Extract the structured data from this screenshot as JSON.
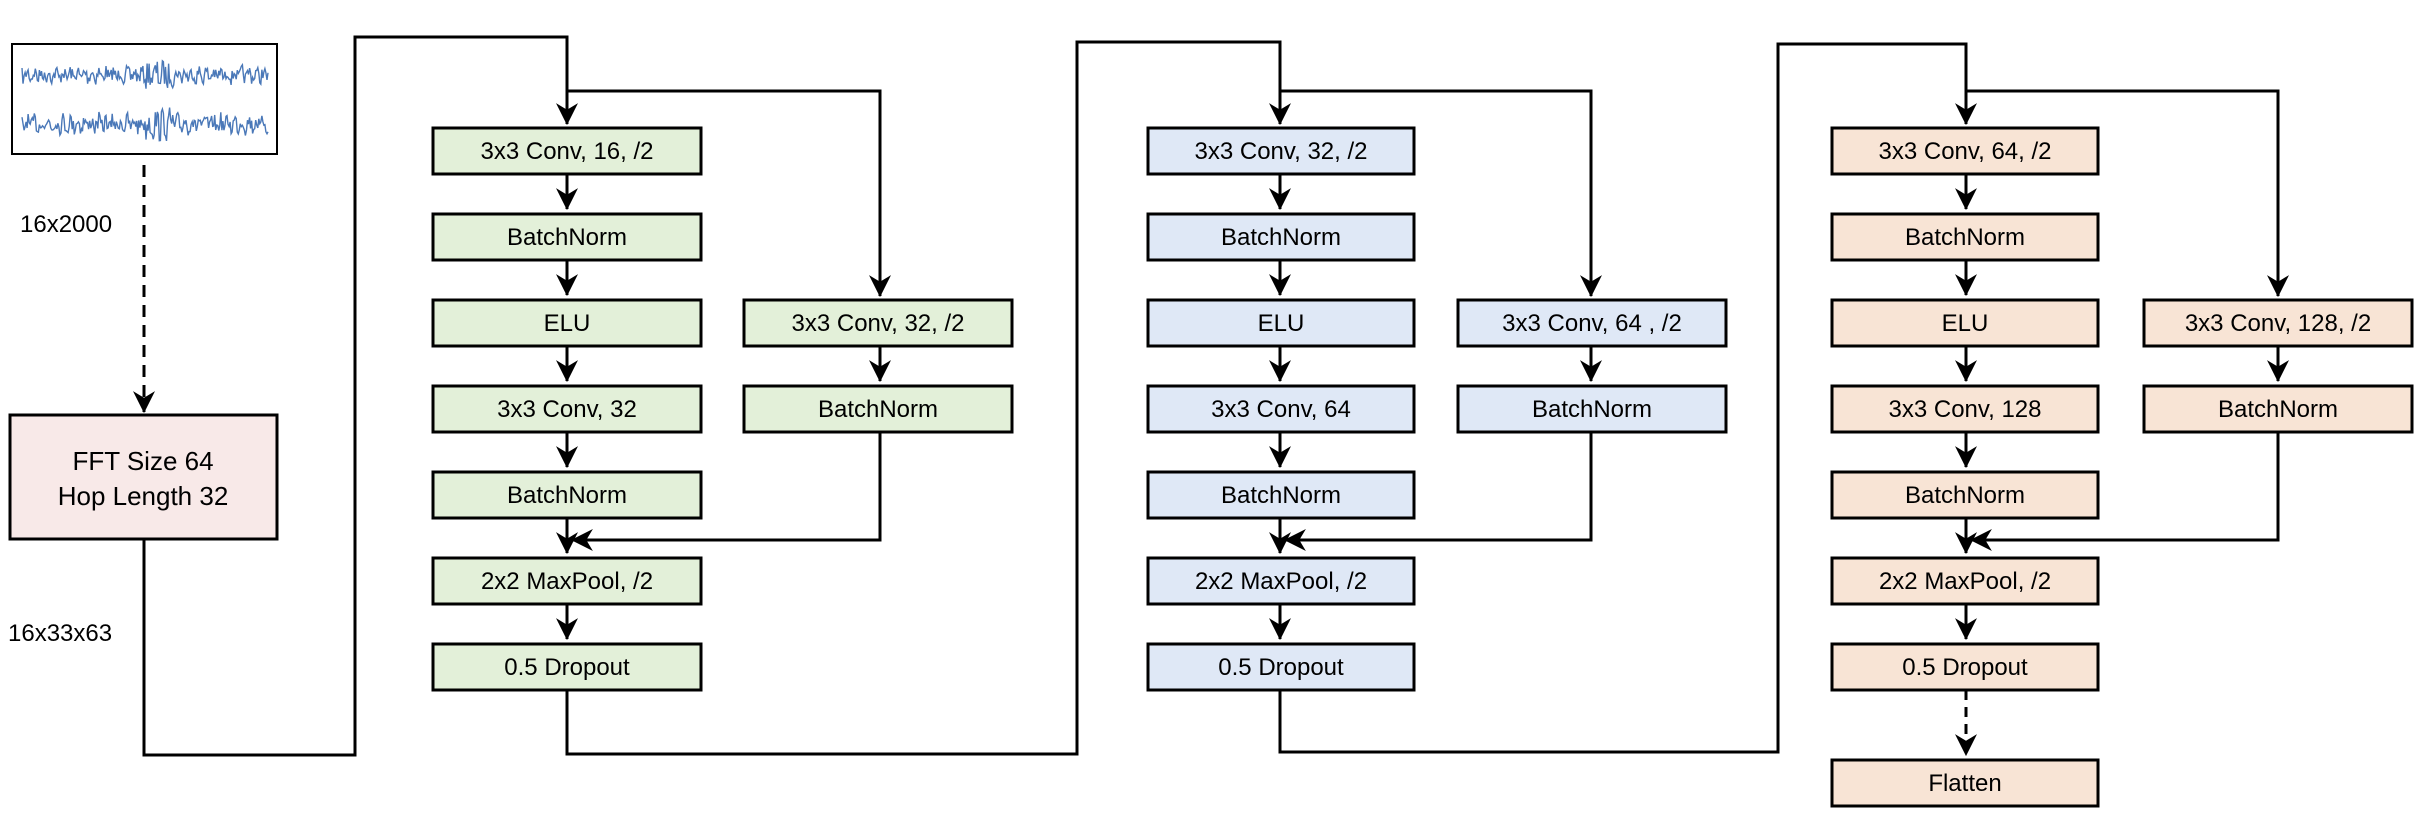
{
  "input": {
    "dims_label": "16x2000",
    "stft_line1": "FFT Size 64",
    "stft_line2": "Hop Length 32",
    "stft_dims_label": "16x33x63"
  },
  "colors": {
    "stft_fill": "#f8e9e8",
    "block1_fill": "#e3f0d9",
    "block2_fill": "#dfe8f6",
    "block3_fill": "#f8e4d5",
    "stroke": "#000000",
    "signal": "#4a78b8"
  },
  "blocks": [
    {
      "main": [
        "3x3 Conv, 16, /2",
        "BatchNorm",
        "ELU",
        "3x3 Conv, 32",
        "BatchNorm",
        "2x2 MaxPool, /2",
        "0.5 Dropout"
      ],
      "shortcut": [
        "3x3 Conv, 32, /2",
        "BatchNorm"
      ]
    },
    {
      "main": [
        "3x3 Conv, 32, /2",
        "BatchNorm",
        "ELU",
        "3x3 Conv, 64",
        "BatchNorm",
        "2x2 MaxPool, /2",
        "0.5 Dropout"
      ],
      "shortcut": [
        "3x3 Conv, 64 , /2",
        "BatchNorm"
      ]
    },
    {
      "main": [
        "3x3 Conv, 64, /2",
        "BatchNorm",
        "ELU",
        "3x3 Conv, 128",
        "BatchNorm",
        "2x2 MaxPool, /2",
        "0.5 Dropout"
      ],
      "shortcut": [
        "3x3 Conv, 128, /2",
        "BatchNorm"
      ]
    }
  ],
  "output_label": "Flatten"
}
